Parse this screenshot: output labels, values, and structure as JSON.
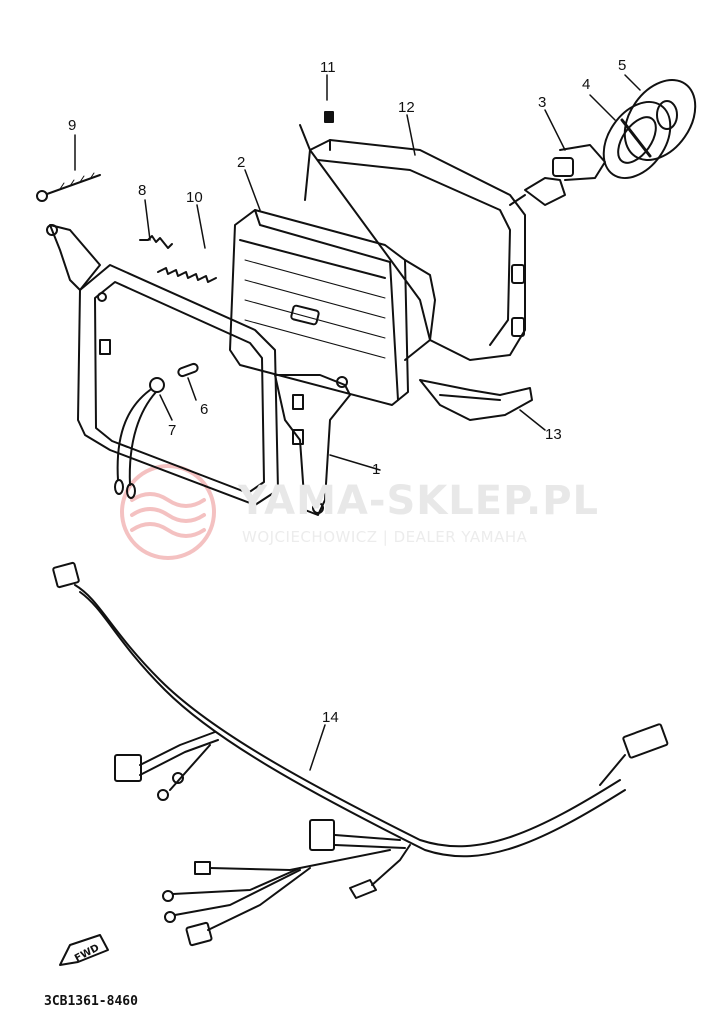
{
  "watermark": {
    "site": "YAMA-SKLEP.PL",
    "dealer": "WOJCIECHOWICZ | DEALER YAMAHA",
    "logo_color": "#e8a0a0"
  },
  "callouts": [
    "1",
    "2",
    "3",
    "4",
    "5",
    "6",
    "7",
    "8",
    "9",
    "10",
    "11",
    "12",
    "13",
    "14"
  ],
  "diagram_code": "3CB1361-8460",
  "direction_label": "FWD"
}
